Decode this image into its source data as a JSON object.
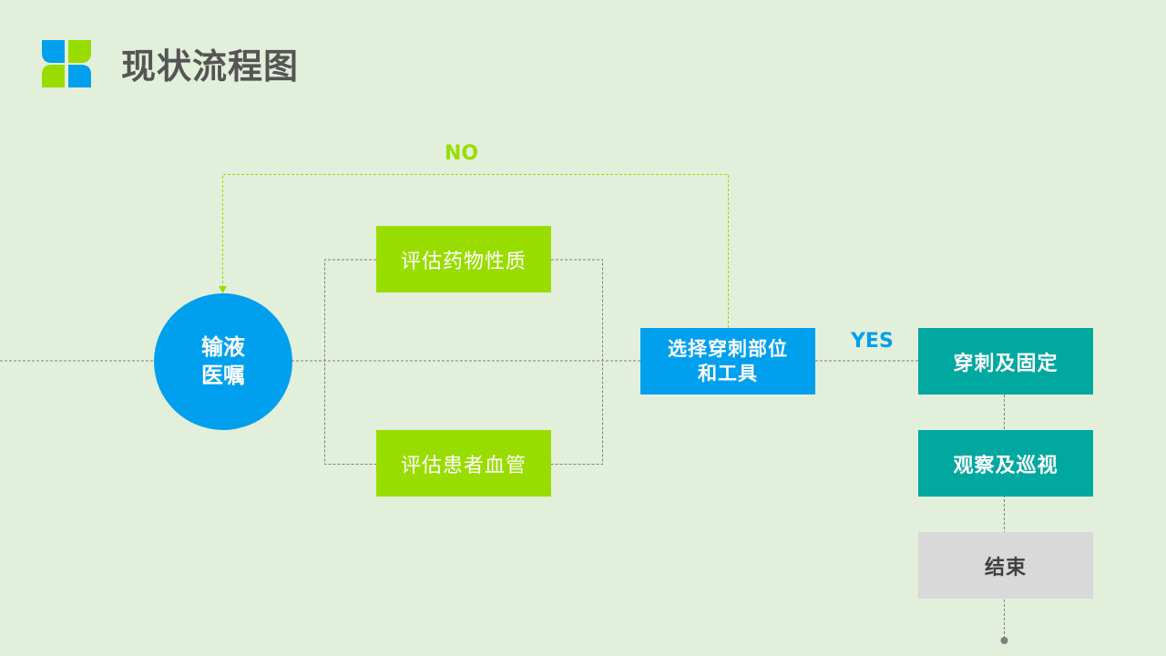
{
  "header": {
    "title": "现状流程图"
  },
  "colors": {
    "background": "#e2efda",
    "green": "#99dd00",
    "blue": "#00a0ee",
    "teal": "#00a8a0",
    "gray": "#d9d9d9",
    "connector": "#7f7f7f",
    "loop_line": "#99dd00"
  },
  "flow": {
    "start": "输液\n医嘱",
    "assess_drug": "评估药物性质",
    "assess_vessel": "评估患者血管",
    "select": "选择穿刺部位\n和工具",
    "puncture": "穿刺及固定",
    "observe": "观察及巡视",
    "end": "结束"
  },
  "labels": {
    "no": "NO",
    "yes": "YES"
  }
}
